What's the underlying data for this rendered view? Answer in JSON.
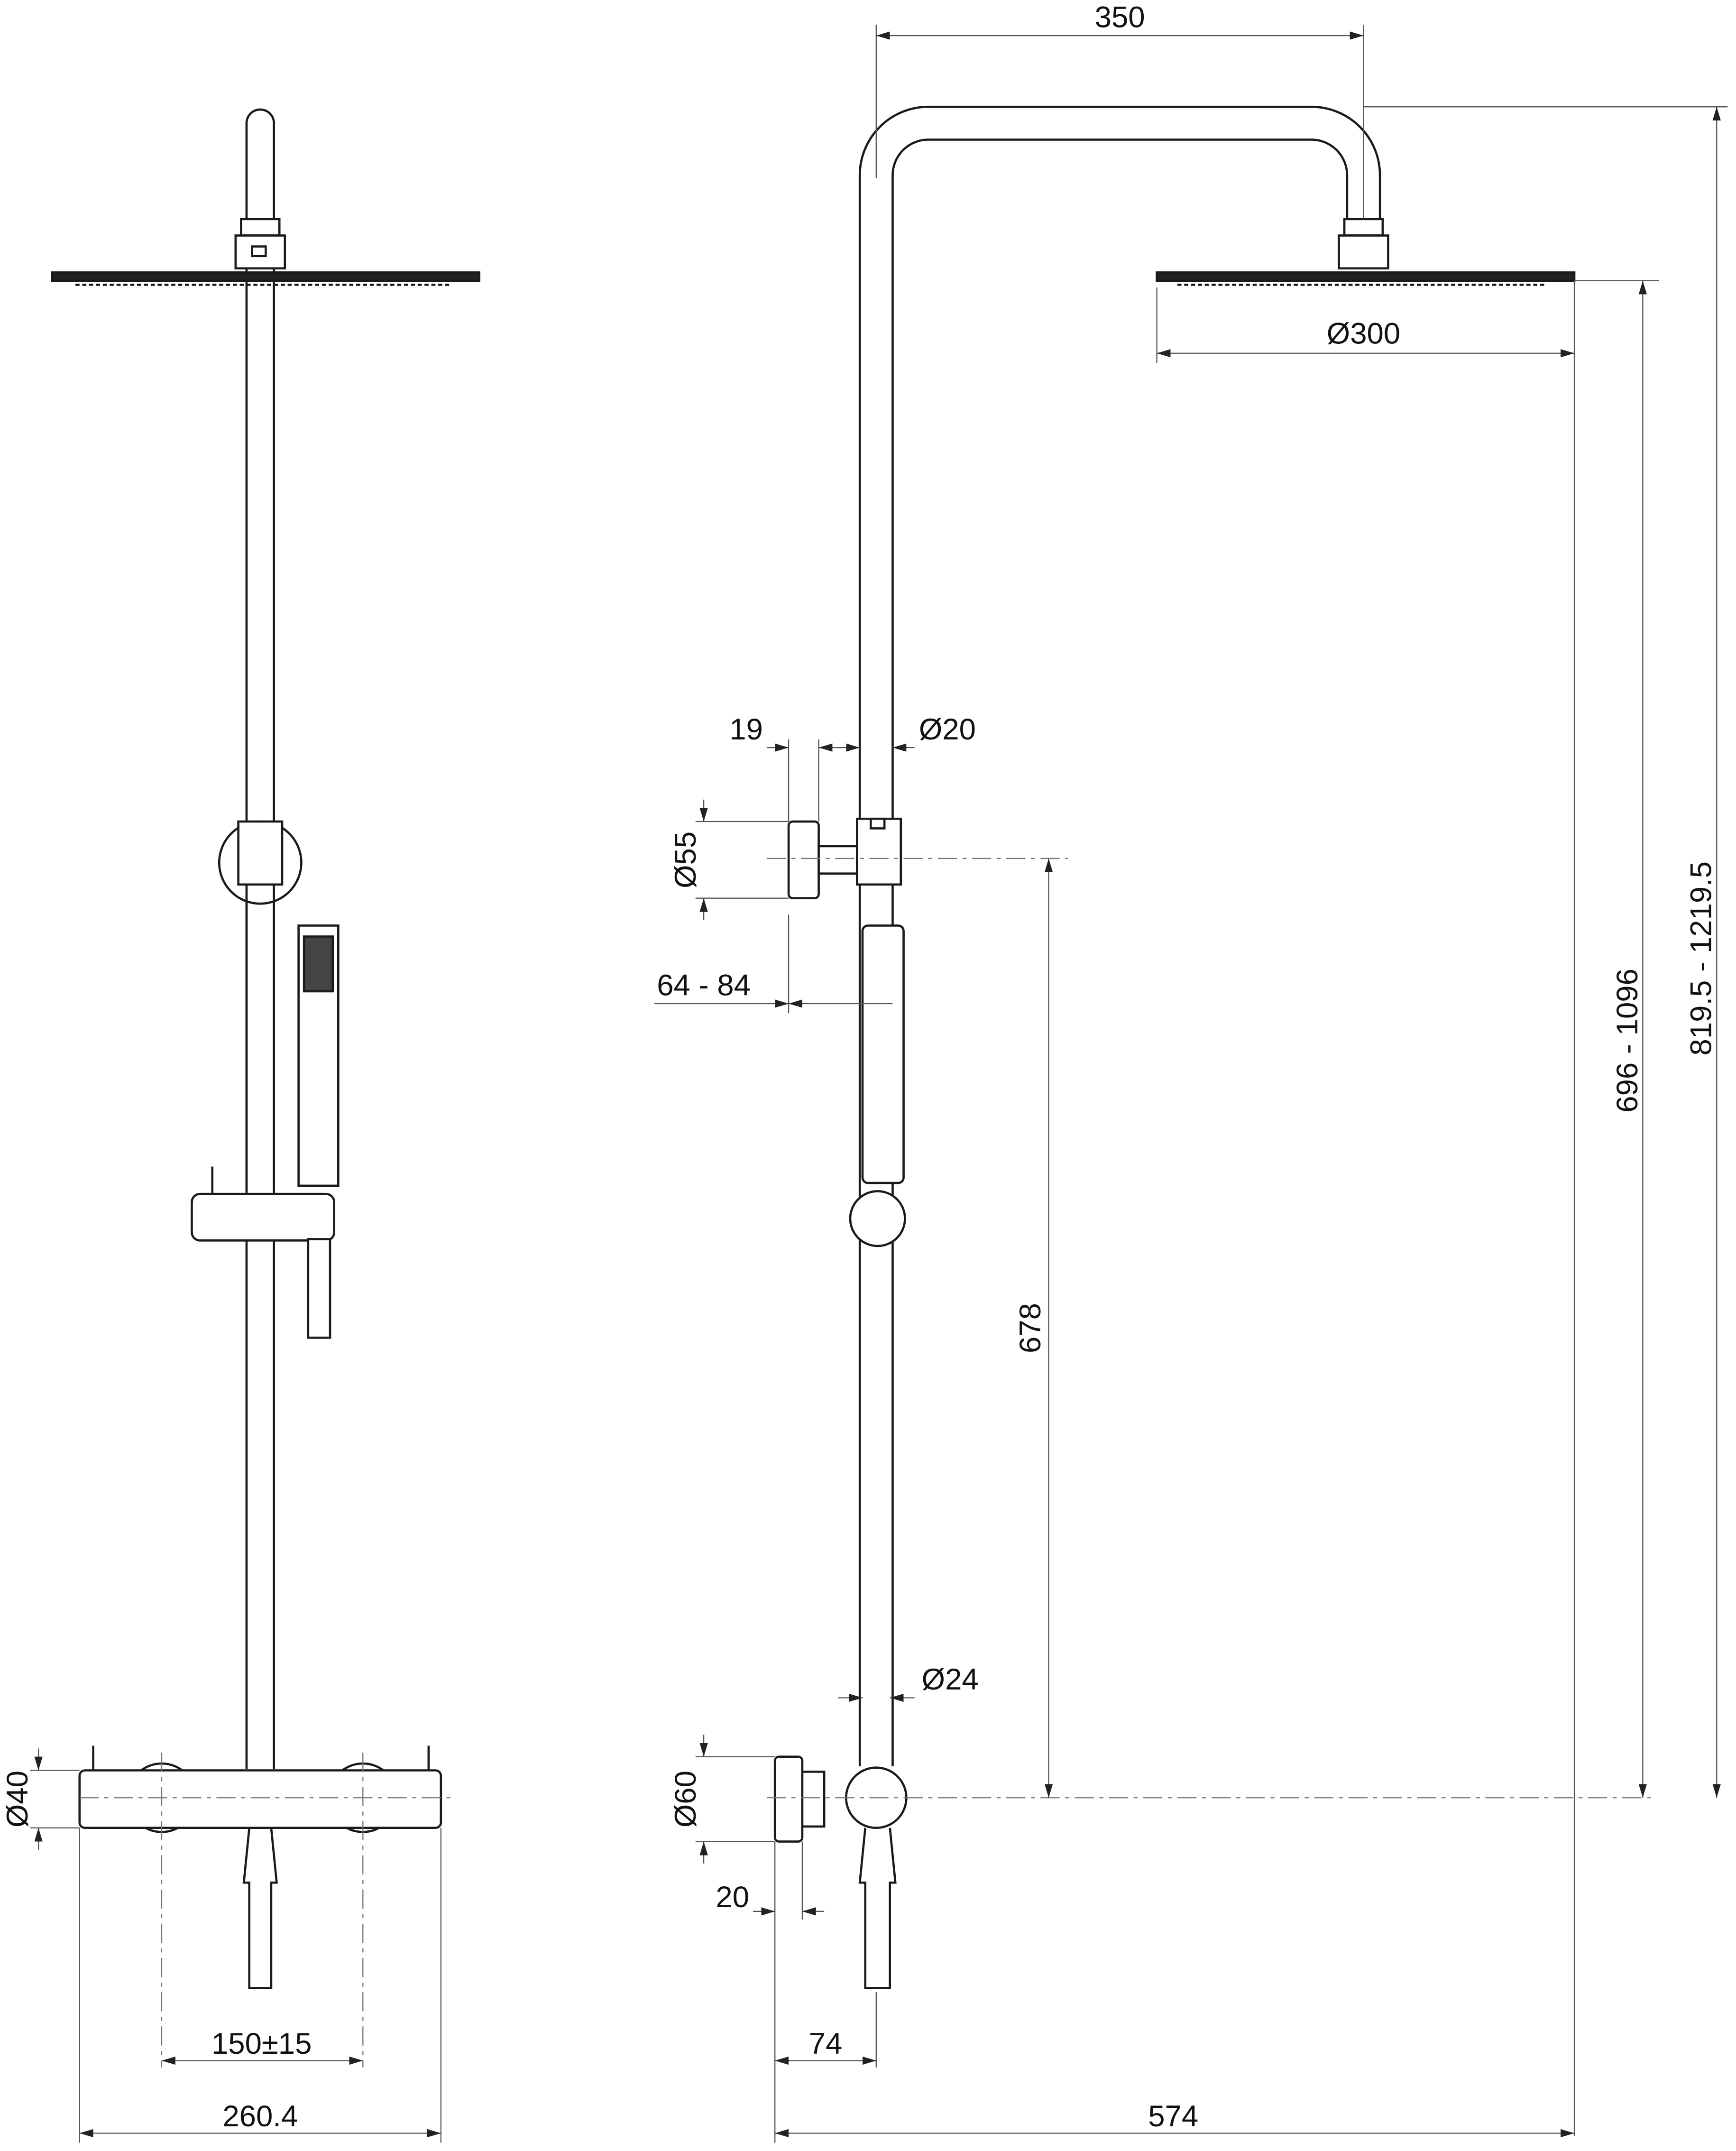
{
  "dimensions": {
    "arm_reach": "350",
    "head_diameter": "Ø300",
    "knob_depth_top": "19",
    "riser_diameter": "Ø20",
    "knob_diameter_top": "Ø55",
    "wall_bracket_range": "64 - 84",
    "height_range_inner": "696 - 1096",
    "height_range_outer": "819.5 - 1219.5",
    "riser_height": "678",
    "lower_pipe_diameter": "Ø24",
    "mixer_knob_diameter": "Ø60",
    "mixer_knob_depth": "20",
    "mixer_offset": "74",
    "total_depth": "574",
    "mixer_body_diameter": "Ø40",
    "inlet_centers": "150±15",
    "mixer_width": "260.4"
  }
}
